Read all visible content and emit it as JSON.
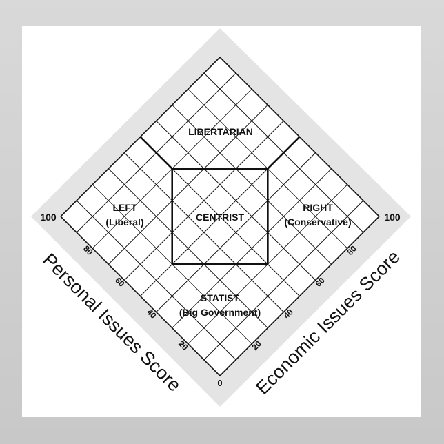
{
  "colors": {
    "frame": "#cfcfcf",
    "panel": "#ffffff",
    "shadow": "#e4e4e4",
    "grid": "#111111"
  },
  "regions": {
    "libertarian": "LIBERTARIAN",
    "left": "LEFT",
    "left_sub": "(Liberal)",
    "centrist": "CENTRIST",
    "right": "RIGHT",
    "right_sub": "(Conservative)",
    "statist": "STATIST",
    "statist_sub": "(Big Government)"
  },
  "axes": {
    "personal": {
      "title": "Personal Issues Score",
      "ticks": [
        "0",
        "20",
        "40",
        "60",
        "80",
        "100"
      ]
    },
    "economic": {
      "title": "Economic Issues Score",
      "ticks": [
        "0",
        "20",
        "40",
        "60",
        "80",
        "100"
      ]
    }
  },
  "chart_data": {
    "type": "nolan-chart",
    "x_axis": "Economic Issues Score",
    "y_axis": "Personal Issues Score",
    "range": [
      0,
      100
    ],
    "grid_step": 10,
    "centrist_region_vertices": [
      [
        50,
        80
      ],
      [
        80,
        50
      ],
      [
        50,
        20
      ],
      [
        20,
        50
      ]
    ],
    "boundaries": [
      [
        [
          50,
          80
        ],
        [
          50,
          100
        ]
      ],
      [
        [
          80,
          50
        ],
        [
          100,
          50
        ]
      ],
      [
        [
          50,
          20
        ],
        [
          30,
          40
        ]
      ],
      [
        [
          50,
          20
        ],
        [
          70,
          40
        ]
      ]
    ]
  }
}
